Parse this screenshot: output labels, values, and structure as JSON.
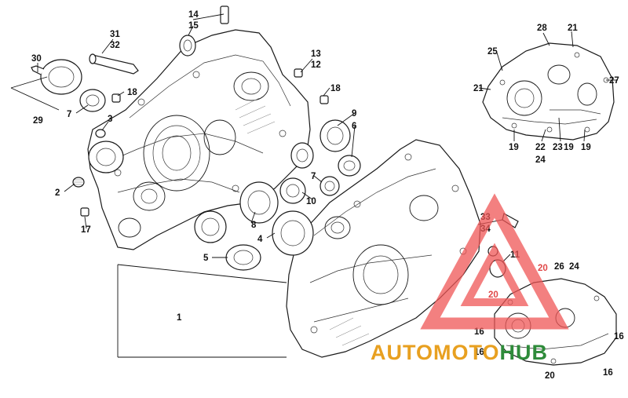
{
  "diagram": {
    "callouts": [
      {
        "id": "c1",
        "text": "1"
      },
      {
        "id": "c2",
        "text": "2"
      },
      {
        "id": "c3",
        "text": "3"
      },
      {
        "id": "c4",
        "text": "4"
      },
      {
        "id": "c5",
        "text": "5"
      },
      {
        "id": "c6",
        "text": "6"
      },
      {
        "id": "c7a",
        "text": "7"
      },
      {
        "id": "c7b",
        "text": "7"
      },
      {
        "id": "c8",
        "text": "8"
      },
      {
        "id": "c9",
        "text": "9"
      },
      {
        "id": "c10",
        "text": "10"
      },
      {
        "id": "c11",
        "text": "11"
      },
      {
        "id": "c12",
        "text": "12"
      },
      {
        "id": "c13",
        "text": "13"
      },
      {
        "id": "c14",
        "text": "14"
      },
      {
        "id": "c15",
        "text": "15"
      },
      {
        "id": "c16a",
        "text": "16"
      },
      {
        "id": "c16b",
        "text": "16"
      },
      {
        "id": "c16c",
        "text": "16"
      },
      {
        "id": "c16d",
        "text": "16"
      },
      {
        "id": "c17",
        "text": "17"
      },
      {
        "id": "c18a",
        "text": "18"
      },
      {
        "id": "c18b",
        "text": "18"
      },
      {
        "id": "c19a",
        "text": "19"
      },
      {
        "id": "c19b",
        "text": "19"
      },
      {
        "id": "c19c",
        "text": "19"
      },
      {
        "id": "c20a",
        "text": "20"
      },
      {
        "id": "c20b",
        "text": "20"
      },
      {
        "id": "c20c",
        "text": "20"
      },
      {
        "id": "c21a",
        "text": "21"
      },
      {
        "id": "c21b",
        "text": "21"
      },
      {
        "id": "c22",
        "text": "22"
      },
      {
        "id": "c23",
        "text": "23"
      },
      {
        "id": "c24a",
        "text": "24"
      },
      {
        "id": "c24b",
        "text": "24"
      },
      {
        "id": "c25",
        "text": "25"
      },
      {
        "id": "c26",
        "text": "26"
      },
      {
        "id": "c27",
        "text": "27"
      },
      {
        "id": "c28",
        "text": "28"
      },
      {
        "id": "c29",
        "text": "29"
      },
      {
        "id": "c30",
        "text": "30"
      },
      {
        "id": "c31",
        "text": "31"
      },
      {
        "id": "c32",
        "text": "32"
      },
      {
        "id": "c33",
        "text": "33"
      },
      {
        "id": "c34",
        "text": "34"
      }
    ]
  },
  "watermark": {
    "part1": "AUTOMOTO",
    "part2": "HUB",
    "color_primary": "#e8a020",
    "color_secondary": "#2e8b3a",
    "color_triangle": "#ef5555"
  }
}
